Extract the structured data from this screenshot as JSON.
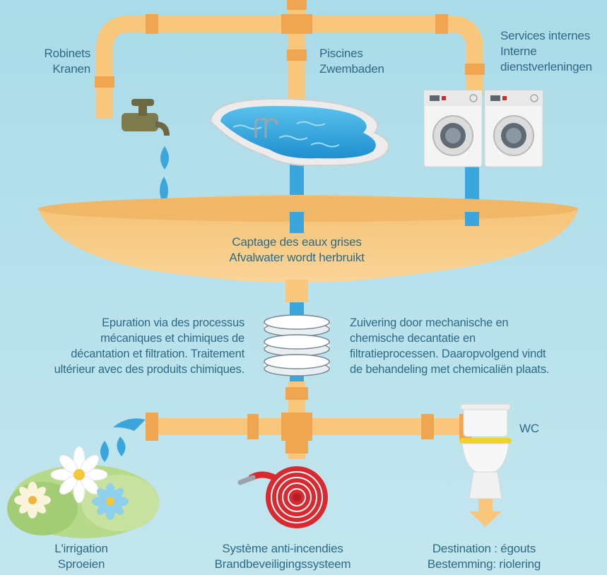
{
  "labels": {
    "taps": {
      "fr": "Robinets",
      "nl": "Kranen"
    },
    "pools": {
      "fr": "Piscines",
      "nl": "Zwembaden"
    },
    "services": {
      "fr": "Services internes",
      "nl1": "Interne",
      "nl2": "dienstverleningen"
    },
    "capture": {
      "fr": "Captage des eaux grises",
      "nl": "Afvalwater wordt herbruikt"
    },
    "purification_fr": [
      "Epuration via des processus",
      "mécaniques et chimiques de",
      "décantation et filtration. Traitement",
      "ultérieur avec des produits chimiques."
    ],
    "purification_nl": [
      "Zuivering door mechanische en",
      "chemische decantatie en",
      "filtratieprocessen. Daaropvolgend vindt",
      "de behandeling met chemicaliën plaats."
    ],
    "wc": "WC",
    "irrigation": {
      "fr": "L'irrigation",
      "nl": "Sproeien"
    },
    "fire": {
      "fr": "Système anti-incendies",
      "nl": "Brandbeveiligingssysteem"
    },
    "sewer": {
      "fr": "Destination : égouts",
      "nl": "Bestemming: riolering"
    }
  },
  "colors": {
    "background": "#b9e2ec",
    "pipe": "#f8c77c",
    "pipe_joint": "#f0a650",
    "water": "#3aa6dc",
    "basin": "#f6c97d",
    "text": "#2c6a86",
    "hose": "#d82a30"
  }
}
